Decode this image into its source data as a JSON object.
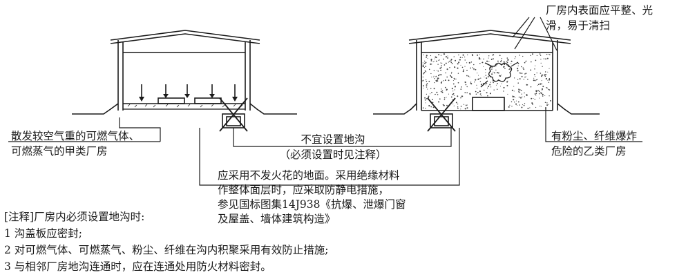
{
  "labels": {
    "left_line1": "散发较空气重的可燃气体、",
    "left_line2": "可燃蒸气的甲类厂房",
    "center_line1": "不宜设置地沟",
    "center_line2": "（必须设置时见注释）",
    "floor_line1": "应采用不发火花的地面。采用绝缘材料",
    "floor_line2": "作整体面层时，应采取防静电措施，",
    "floor_line3": "参见国标图集14J938《抗爆、泄爆门窗",
    "floor_line4": "及屋盖、墙体建筑构造》",
    "top_right_line1": "厂房内表面应平整、光",
    "top_right_line2": "滑，易于清扫",
    "right_line1": "有粉尘、纤维爆炸",
    "right_line2": "危险的乙类厂房"
  },
  "notes": {
    "title": "[注释]厂房内必须设置地沟时:",
    "item1": "1 沟盖板应密封;",
    "item2": "2 对可燃气体、可燃蒸气、粉尘、纤维在沟内积聚采用有效防止措施;",
    "item3": "3 与相邻厂房地沟连通时，应在连通处用防火材料密封。"
  }
}
